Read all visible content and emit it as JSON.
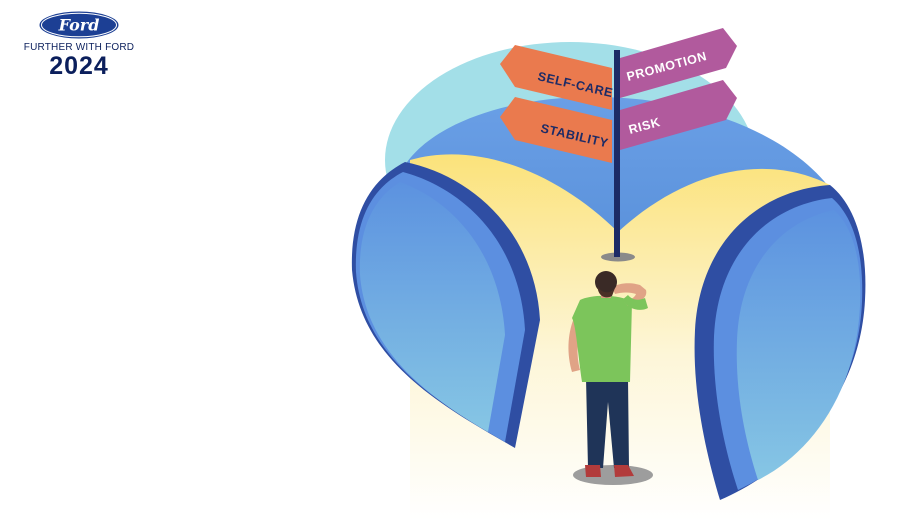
{
  "brand": {
    "logo_text": "Ford",
    "tagline": "FURTHER WITH FORD",
    "year": "2024"
  },
  "signpost": {
    "left_signs": [
      "SELF-CARE",
      "STABILITY"
    ],
    "right_signs": [
      "PROMOTION",
      "RISK"
    ]
  },
  "colors": {
    "brand_navy": "#0b1f5c",
    "logo_blue": "#1c3f94",
    "sign_orange": "#ea7a4e",
    "sign_purple": "#b15a9d",
    "path_yellow": "#fbe68a",
    "wall_blue": "#5f97de",
    "wall_dark": "#2f4ea3",
    "sky": "#a3dfe8",
    "shirt_green": "#7cc55b"
  }
}
